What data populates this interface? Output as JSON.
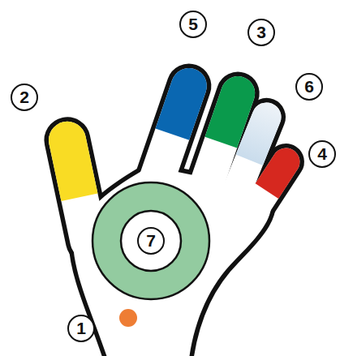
{
  "diagram": {
    "labels": [
      "5",
      "3",
      "6",
      "2",
      "4",
      "7",
      "1"
    ]
  }
}
